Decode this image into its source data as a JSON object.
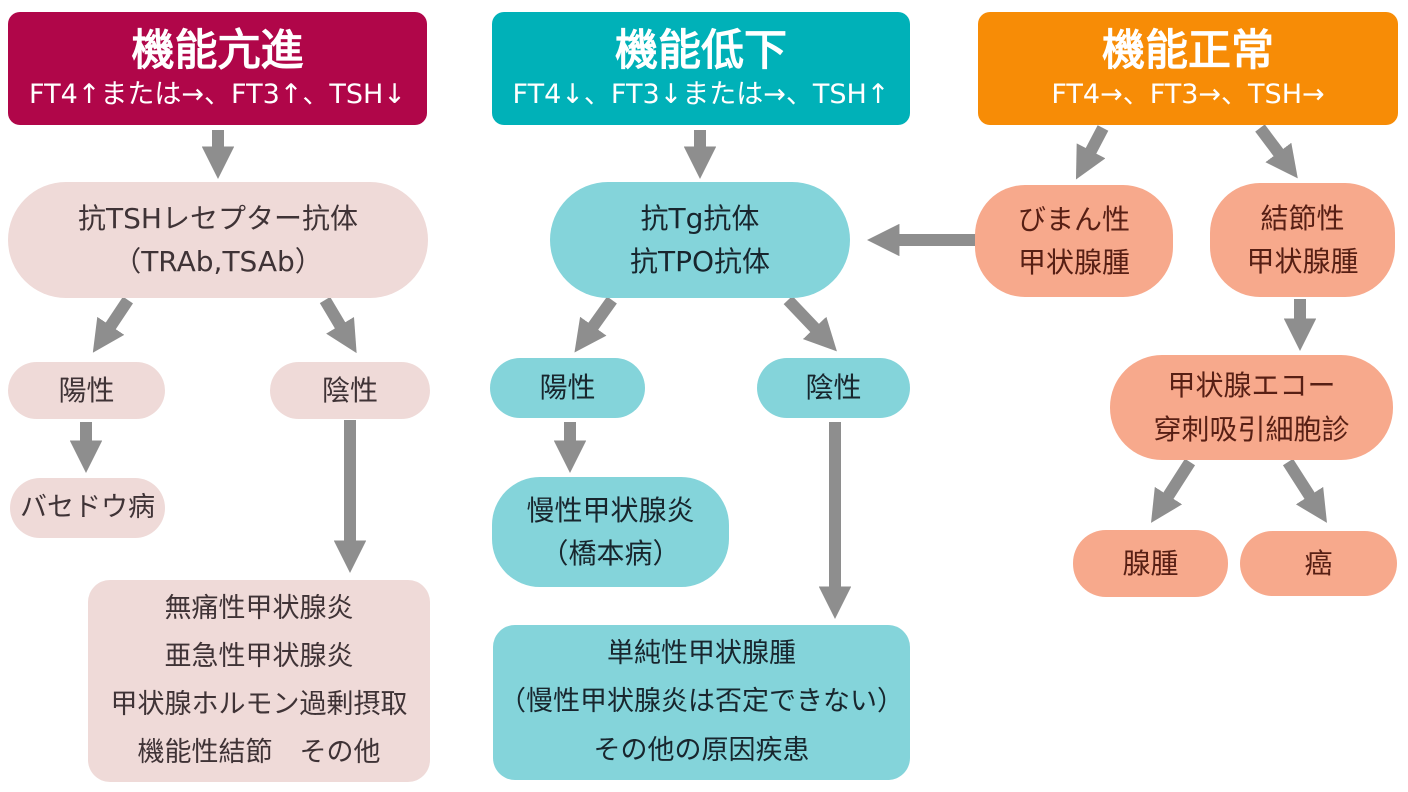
{
  "colors": {
    "hyper_header_bg": "#b00649",
    "hyper_node_bg": "#efdad8",
    "hypo_header_bg": "#00b1b8",
    "hypo_node_bg": "#84d4da",
    "normal_header_bg": "#f78c06",
    "normal_node_bg": "#f7a98c",
    "arrow": "#8e8e8e",
    "header_text": "#ffffff"
  },
  "hyper": {
    "title": "機能亢進",
    "subtitle": "FT4↑または→、FT3↑、TSH↓",
    "antibody": "抗TSHレセプター抗体\n（TRAb,TSAb）",
    "positive": "陽性",
    "negative": "陰性",
    "basedow": "バセドウ病",
    "outcome": "無痛性甲状腺炎\n亜急性甲状腺炎\n甲状腺ホルモン過剰摂取\n機能性結節　その他"
  },
  "hypo": {
    "title": "機能低下",
    "subtitle": "FT4↓、FT3↓または→、TSH↑",
    "antibody": "抗Tg抗体\n抗TPO抗体",
    "positive": "陽性",
    "negative": "陰性",
    "chronic": "慢性甲状腺炎\n（橋本病）",
    "outcome": "単純性甲状腺腫\n（慢性甲状腺炎は否定できない）\nその他の原因疾患"
  },
  "normal": {
    "title": "機能正常",
    "subtitle": "FT4→、FT3→、TSH→",
    "diffuse": "びまん性\n甲状腺腫",
    "nodular": "結節性\n甲状腺腫",
    "echo": "甲状腺エコー\n穿刺吸引細胞診",
    "adenoma": "腺腫",
    "cancer": "癌"
  }
}
